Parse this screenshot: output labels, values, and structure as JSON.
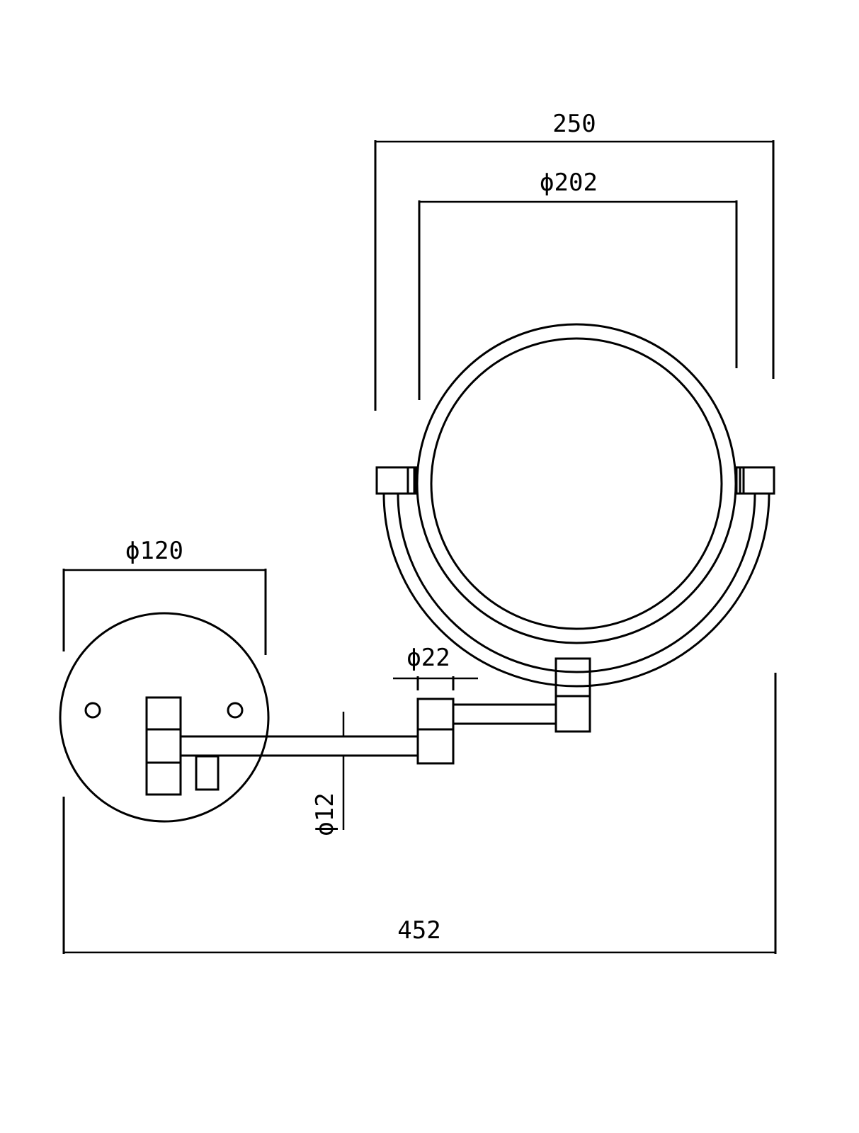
{
  "drawing": {
    "title": "Wall-mounted magnifying mirror dimensions",
    "dimensions": {
      "overall_mirror_width": "250",
      "mirror_diameter": "ϕ202",
      "base_diameter": "ϕ120",
      "joint_diameter": "ϕ22",
      "arm_diameter": "ϕ12",
      "overall_projection": "452"
    }
  }
}
